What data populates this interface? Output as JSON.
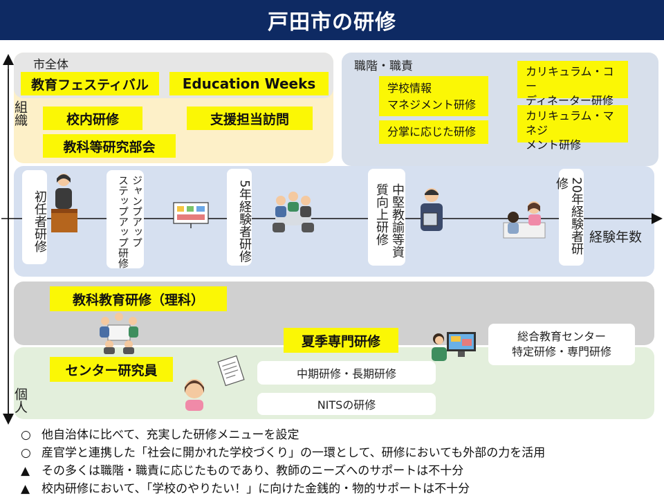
{
  "title": "戸田市の研修",
  "axis": {
    "vertical_top": "組織",
    "vertical_bottom": "個人",
    "horizontal": "経験年数"
  },
  "city_wide": {
    "label": "市全体",
    "items": [
      "教育フェスティバル",
      "Education  Weeks"
    ]
  },
  "school_level": {
    "items": [
      "校内研修",
      "支援担当訪問",
      "教科等研究部会"
    ]
  },
  "position": {
    "label": "職階・職責",
    "items": [
      "学校情報\nマネジメント研修",
      "分掌に応じた研修",
      "カリキュラム・コー\nディネーター研修",
      "カリキュラム・マネジ\nメント研修"
    ]
  },
  "career_stages": [
    {
      "label": "初任者研修"
    },
    {
      "label": "ジャンプアップ\nステップアップ研修"
    },
    {
      "label": "5年経験者研修"
    },
    {
      "label": "中堅教諭等資\n質向上研修"
    },
    {
      "label": "20年経験者研修"
    }
  ],
  "subject": {
    "item": "教科教育研修（理科）"
  },
  "individual": {
    "items": [
      "夏季専門研修",
      "センター研究員"
    ],
    "white_boxes": [
      "中期研修・長期研修",
      "NITSの研修",
      "総合教育センター\n特定研修・専門研修"
    ]
  },
  "notes": [
    {
      "mark": "○",
      "text": "他自治体に比べて、充実した研修メニューを設定"
    },
    {
      "mark": "○",
      "text": "産官学と連携した「社会に開かれた学校づくり」の一環として、研修においても外部の力を活用"
    },
    {
      "mark": "▲",
      "text": "その多くは職階・職責に応じたものであり、教師のニーズへのサポートは不十分"
    },
    {
      "mark": "▲",
      "text": "校内研修において、「学校のやりたい！」に向けた金銭的・物的サポートは不十分"
    }
  ],
  "colors": {
    "title_bg": "#0e2a63",
    "highlight": "#fbf705",
    "org_panel": "#fdf0c8",
    "city_panel": "#e6e6e6",
    "position_panel": "#d7dfeb",
    "career_panel": "#d6e0f0",
    "subject_panel": "#d0d0d0",
    "individual_panel": "#e3efdc"
  }
}
